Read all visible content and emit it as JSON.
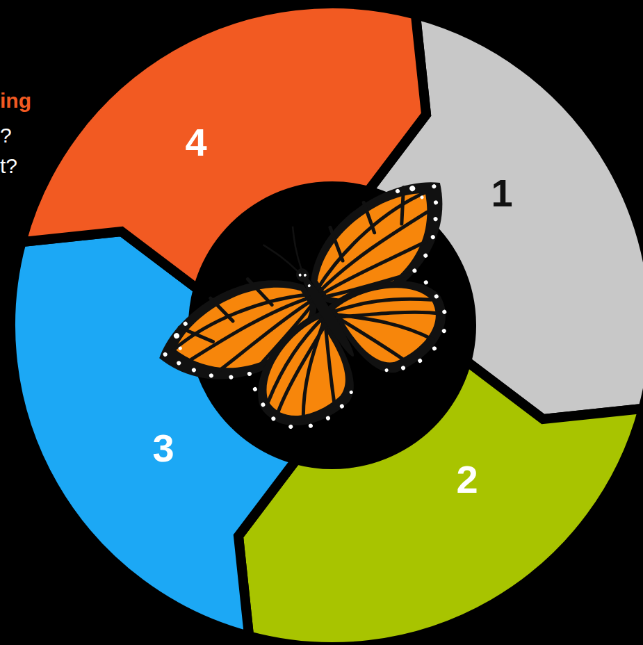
{
  "diagram": {
    "nodes": [
      {
        "text": [
          "1"
        ]
      },
      {
        "text": [
          "2"
        ]
      },
      {
        "text": [
          "3"
        ]
      },
      {
        "text": [
          "4"
        ]
      }
    ],
    "labels": [
      "ing",
      "?",
      "t?"
    ]
  }
}
